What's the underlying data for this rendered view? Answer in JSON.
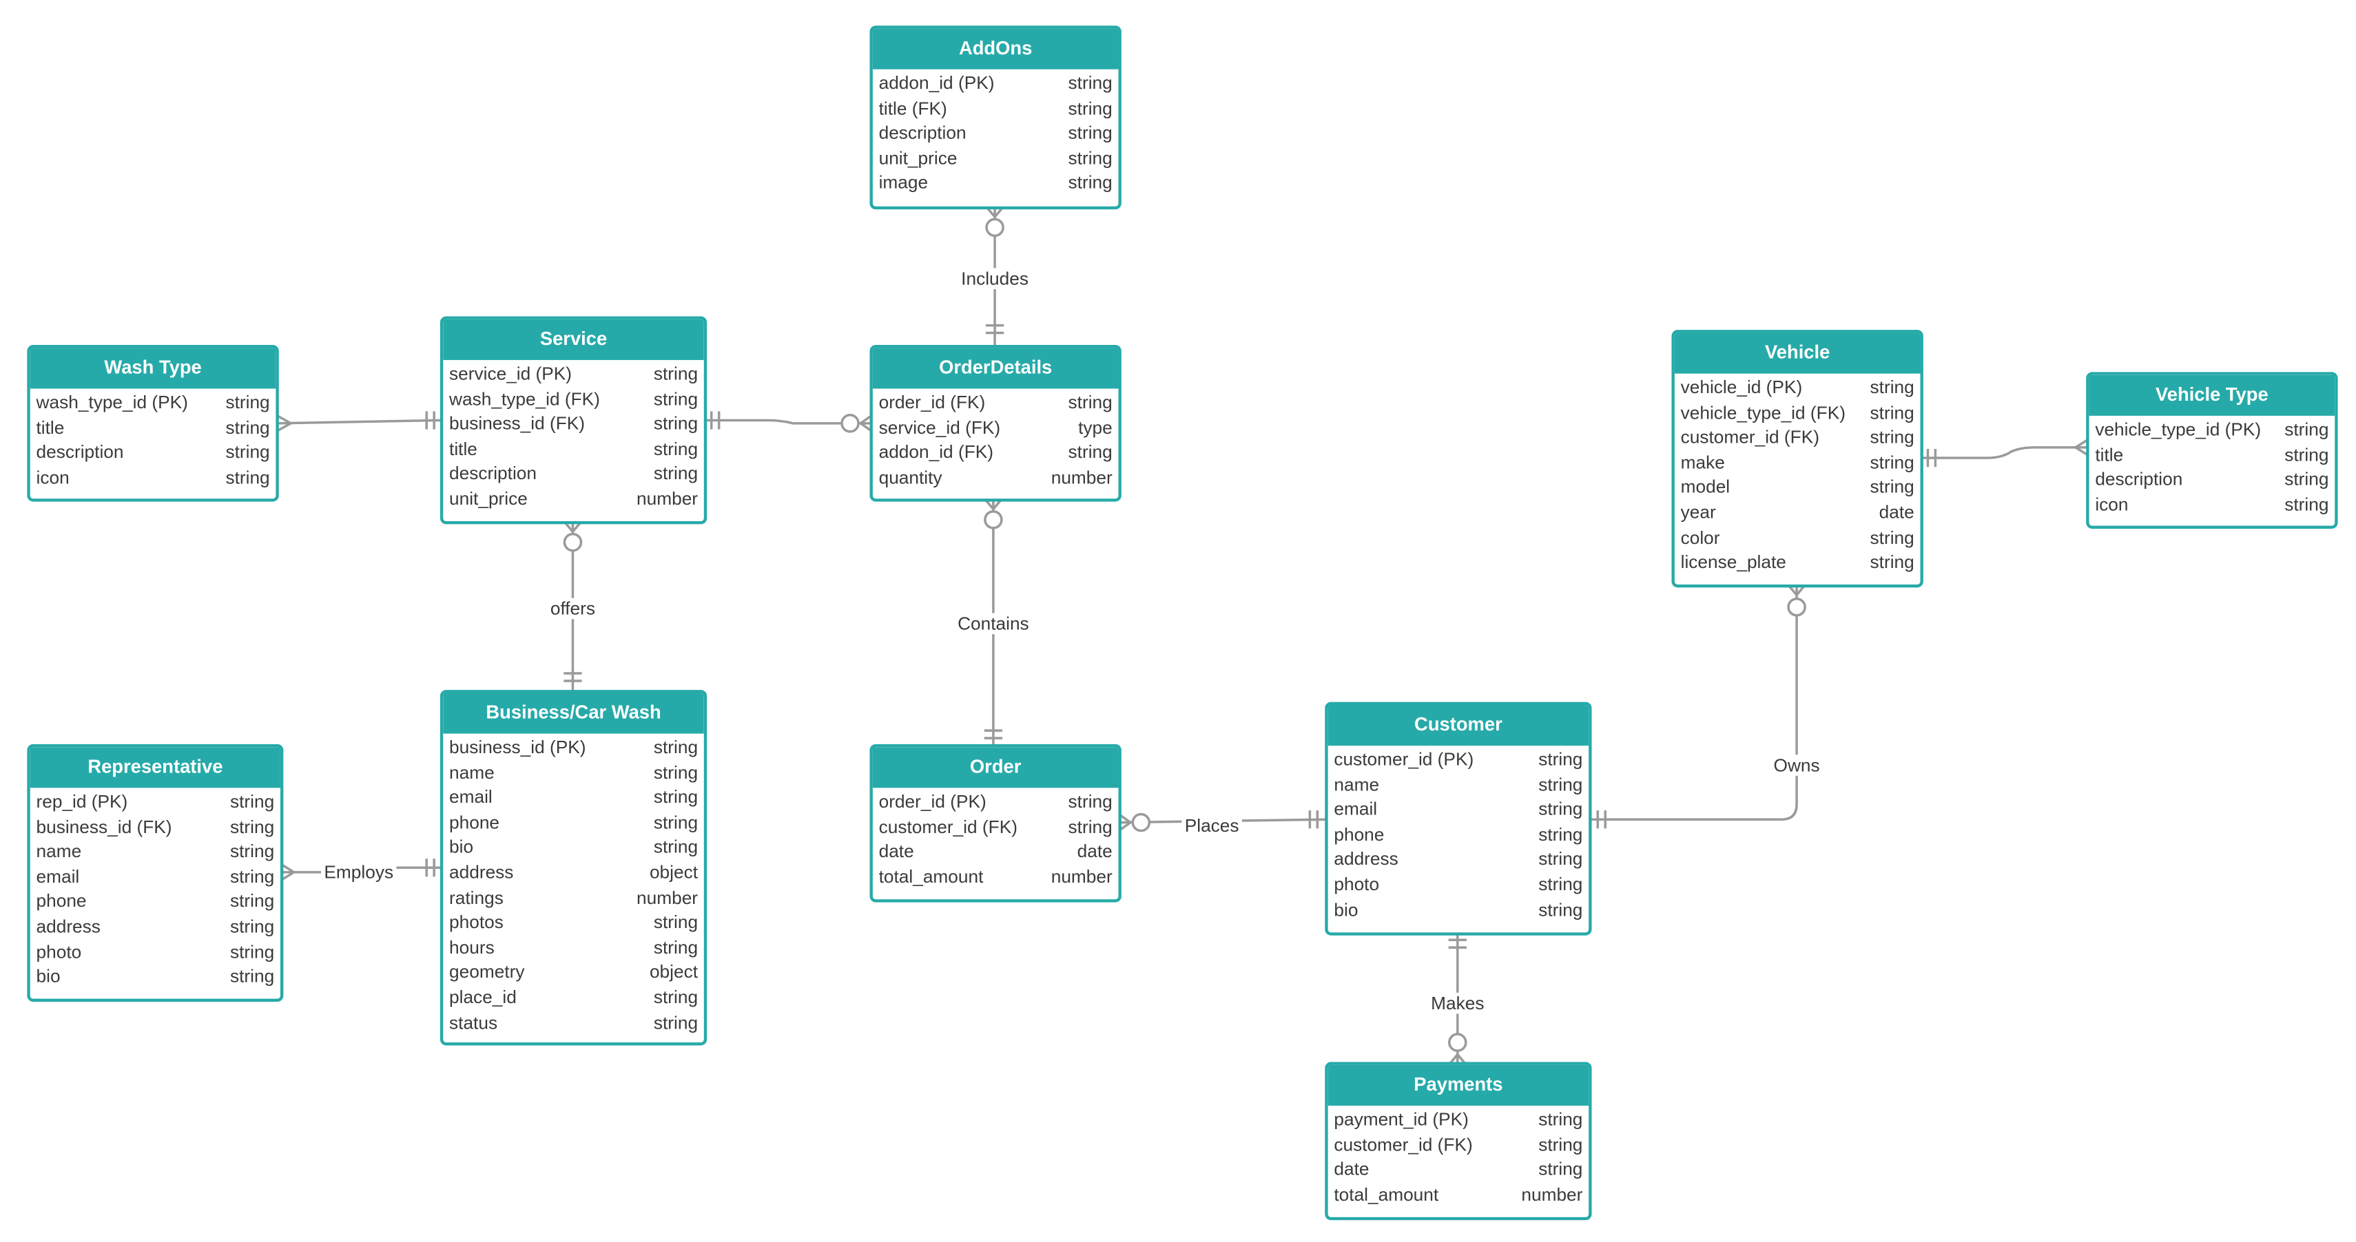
{
  "entities": {
    "addons": {
      "title": "AddOns",
      "fields": [
        {
          "name": "addon_id (PK)",
          "type": "string"
        },
        {
          "name": "title (FK)",
          "type": "string"
        },
        {
          "name": "description",
          "type": "string"
        },
        {
          "name": "unit_price",
          "type": "string"
        },
        {
          "name": "image",
          "type": "string"
        }
      ]
    },
    "washtype": {
      "title": "Wash Type",
      "fields": [
        {
          "name": "wash_type_id (PK)",
          "type": "string"
        },
        {
          "name": "title",
          "type": "string"
        },
        {
          "name": "description",
          "type": "string"
        },
        {
          "name": "icon",
          "type": "string"
        }
      ]
    },
    "service": {
      "title": "Service",
      "fields": [
        {
          "name": "service_id (PK)",
          "type": "string"
        },
        {
          "name": "wash_type_id (FK)",
          "type": "string"
        },
        {
          "name": "business_id (FK)",
          "type": "string"
        },
        {
          "name": "title",
          "type": "string"
        },
        {
          "name": "description",
          "type": "string"
        },
        {
          "name": "unit_price",
          "type": "number"
        }
      ]
    },
    "orderdetails": {
      "title": "OrderDetails",
      "fields": [
        {
          "name": "order_id (FK)",
          "type": "string"
        },
        {
          "name": "service_id (FK)",
          "type": "type"
        },
        {
          "name": "addon_id (FK)",
          "type": "string"
        },
        {
          "name": "quantity",
          "type": "number"
        }
      ]
    },
    "vehicle": {
      "title": "Vehicle",
      "fields": [
        {
          "name": "vehicle_id (PK)",
          "type": "string"
        },
        {
          "name": "vehicle_type_id (FK)",
          "type": "string"
        },
        {
          "name": "customer_id (FK)",
          "type": "string"
        },
        {
          "name": "make",
          "type": "string"
        },
        {
          "name": "model",
          "type": "string"
        },
        {
          "name": "year",
          "type": "date"
        },
        {
          "name": "color",
          "type": "string"
        },
        {
          "name": "license_plate",
          "type": "string"
        }
      ]
    },
    "vehicletype": {
      "title": "Vehicle Type",
      "fields": [
        {
          "name": "vehicle_type_id (PK)",
          "type": "string"
        },
        {
          "name": "title",
          "type": "string"
        },
        {
          "name": "description",
          "type": "string"
        },
        {
          "name": "icon",
          "type": "string"
        }
      ]
    },
    "representative": {
      "title": "Representative",
      "fields": [
        {
          "name": "rep_id (PK)",
          "type": "string"
        },
        {
          "name": "business_id (FK)",
          "type": "string"
        },
        {
          "name": "name",
          "type": "string"
        },
        {
          "name": "email",
          "type": "string"
        },
        {
          "name": "phone",
          "type": "string"
        },
        {
          "name": "address",
          "type": "string"
        },
        {
          "name": "photo",
          "type": "string"
        },
        {
          "name": "bio",
          "type": "string"
        }
      ]
    },
    "business": {
      "title": "Business/Car Wash",
      "fields": [
        {
          "name": "business_id (PK)",
          "type": "string"
        },
        {
          "name": "name",
          "type": "string"
        },
        {
          "name": "email",
          "type": "string"
        },
        {
          "name": "phone",
          "type": "string"
        },
        {
          "name": "bio",
          "type": "string"
        },
        {
          "name": "address",
          "type": "object"
        },
        {
          "name": "ratings",
          "type": "number"
        },
        {
          "name": "photos",
          "type": "string"
        },
        {
          "name": "hours",
          "type": "string"
        },
        {
          "name": "geometry",
          "type": "object"
        },
        {
          "name": "place_id",
          "type": "string"
        },
        {
          "name": "status",
          "type": "string"
        }
      ]
    },
    "order": {
      "title": "Order",
      "fields": [
        {
          "name": "order_id (PK)",
          "type": "string"
        },
        {
          "name": "customer_id (FK)",
          "type": "string"
        },
        {
          "name": "date",
          "type": "date"
        },
        {
          "name": "total_amount",
          "type": "number"
        }
      ]
    },
    "customer": {
      "title": "Customer",
      "fields": [
        {
          "name": "customer_id (PK)",
          "type": "string"
        },
        {
          "name": "name",
          "type": "string"
        },
        {
          "name": "email",
          "type": "string"
        },
        {
          "name": "phone",
          "type": "string"
        },
        {
          "name": "address",
          "type": "string"
        },
        {
          "name": "photo",
          "type": "string"
        },
        {
          "name": "bio",
          "type": "string"
        }
      ]
    },
    "payments": {
      "title": "Payments",
      "fields": [
        {
          "name": "payment_id (PK)",
          "type": "string"
        },
        {
          "name": "customer_id (FK)",
          "type": "string"
        },
        {
          "name": "date",
          "type": "string"
        },
        {
          "name": "total_amount",
          "type": "number"
        }
      ]
    }
  },
  "relationships": {
    "includes": "Includes",
    "offers": "offers",
    "contains": "Contains",
    "owns": "Owns",
    "employs": "Employs",
    "places": "Places",
    "makes": "Makes"
  }
}
